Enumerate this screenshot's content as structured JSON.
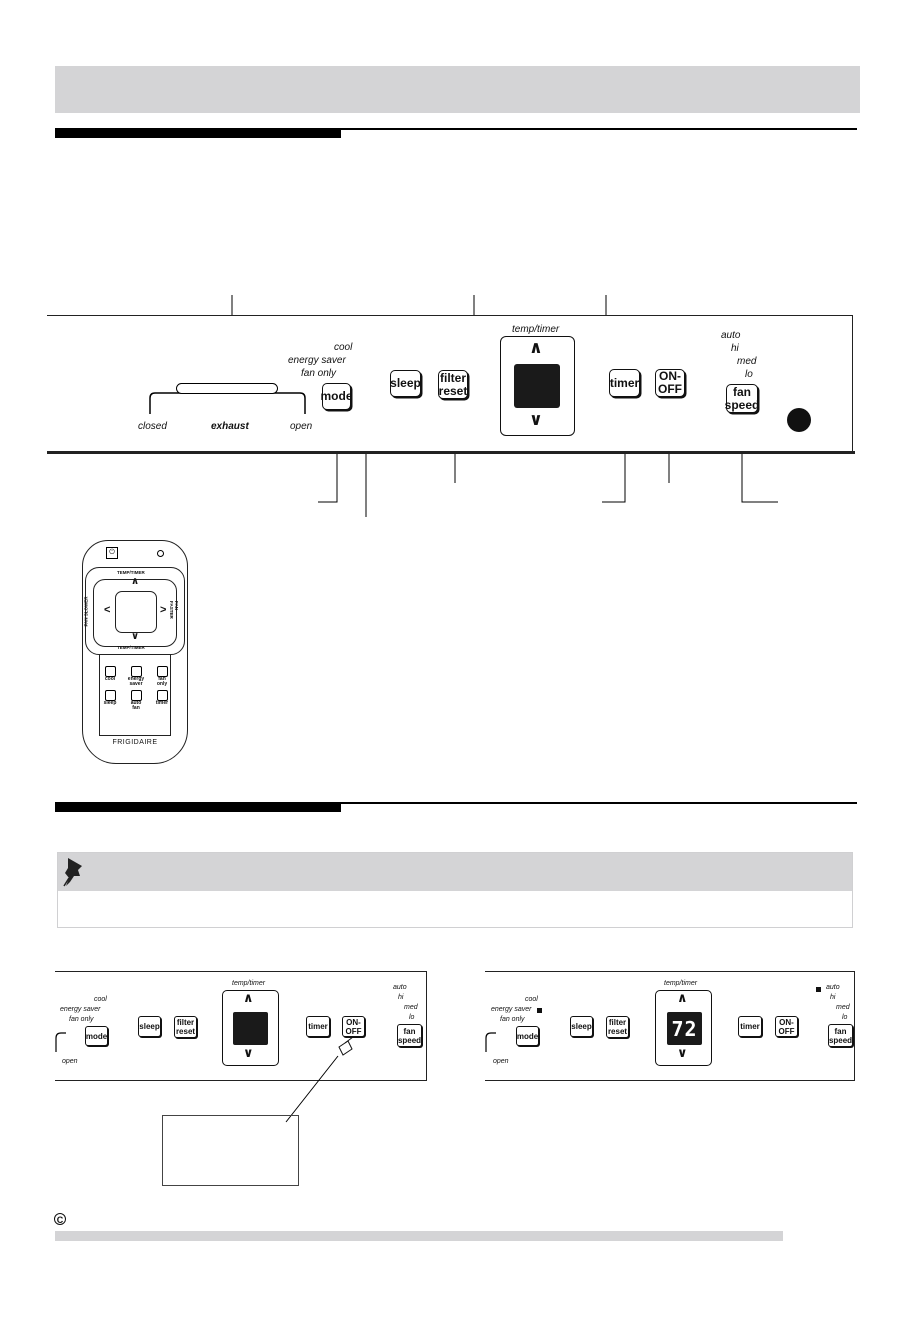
{
  "main_panel": {
    "vent": {
      "closed": "closed",
      "exhaust": "exhaust",
      "open": "open"
    },
    "mode_labels": [
      "cool",
      "energy saver",
      "fan only"
    ],
    "mode_button": "mode",
    "sleep_button": "sleep",
    "filter_button": "filter\nreset",
    "temp_timer": "temp/timer",
    "timer_button": "timer",
    "power_button": "ON-\nOFF",
    "fan_labels": [
      "auto",
      "hi",
      "med",
      "lo"
    ],
    "fan_button": "fan\nspeed"
  },
  "remote": {
    "temp_timer_top": "TEMP/TIMER",
    "temp_timer_bottom": "TEMP/TIMER",
    "fan_slower": "FAN SLOWER",
    "fan_faster": "FAN FASTER",
    "buttons": [
      "cool",
      "energy\nsaver",
      "fan\nonly",
      "sleep",
      "auto\nfan",
      "timer"
    ],
    "brand": "FRIGIDAIRE"
  },
  "example_right": {
    "display_value": "72"
  }
}
